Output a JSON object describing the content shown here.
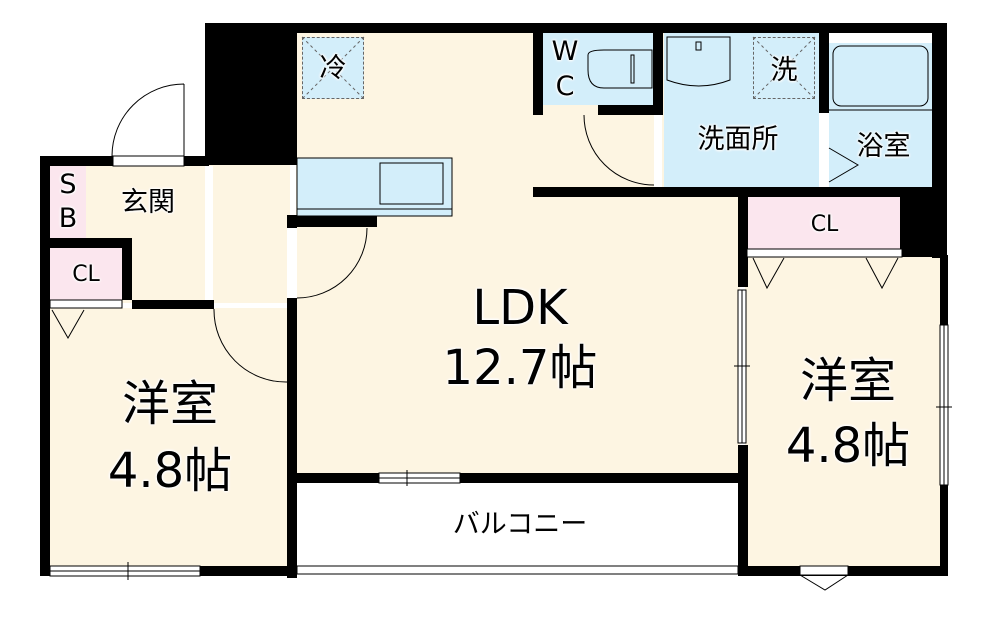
{
  "floorplan": {
    "layout": "1LDK",
    "colors": {
      "floor": "#fdf5e2",
      "wet_area": "#d3eefa",
      "storage": "#fbe6ee",
      "wall": "#000000",
      "balcony": "#ffffff"
    },
    "rooms": {
      "ldk": {
        "name": "LDK",
        "size": "12.7帖"
      },
      "western_left": {
        "name": "洋室",
        "size": "4.8帖"
      },
      "western_right": {
        "name": "洋室",
        "size": "4.8帖"
      },
      "entrance": {
        "name": "玄関"
      },
      "shoe_box": {
        "line1": "S",
        "line2": "B"
      },
      "closet_left": {
        "name": "CL"
      },
      "closet_right": {
        "name": "CL"
      },
      "toilet": {
        "line1": "W",
        "line2": "C"
      },
      "washroom": {
        "name": "洗面所"
      },
      "bathroom": {
        "name": "浴室"
      },
      "balcony": {
        "name": "バルコニー"
      }
    },
    "fixtures": {
      "fridge": {
        "label": "冷"
      },
      "washer": {
        "label": "洗"
      },
      "kitchen_counter": "kitchen-sink",
      "toilet_bowl": "toilet",
      "wash_basin": "basin",
      "bathtub": "bathtub"
    }
  }
}
